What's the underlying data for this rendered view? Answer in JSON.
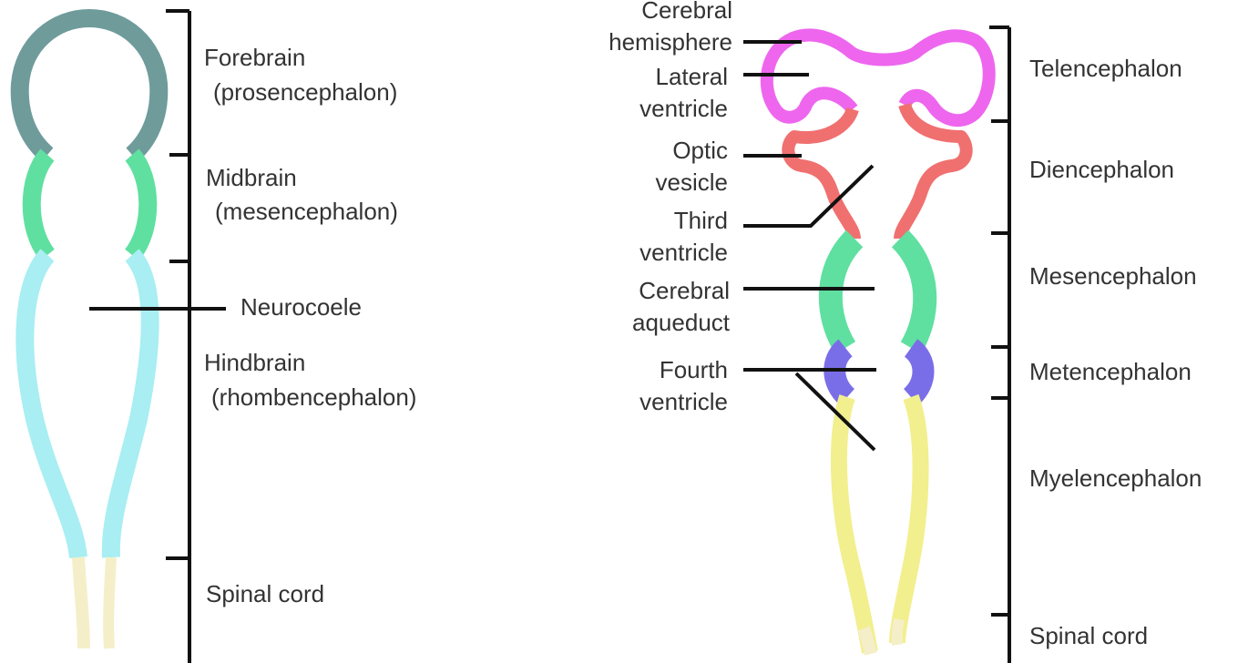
{
  "colors": {
    "forebrain": "#6f9b9b",
    "midbrain": "#5fe0a0",
    "hindbrain": "#a8eef2",
    "spinal": "#f4efc8",
    "telencephalon": "#ee66ee",
    "diencephalon": "#f07070",
    "mesencephalon": "#5fe0a0",
    "metencephalon": "#7a6ee8",
    "myelencephalon": "#f2ef8e",
    "spinal_right": "#f4efc8"
  },
  "left": {
    "forebrain_label": "Forebrain",
    "forebrain_sub": "(prosencephalon)",
    "midbrain_label": "Midbrain",
    "midbrain_sub": "(mesencephalon)",
    "neurocoele_label": "Neurocoele",
    "hindbrain_label": "Hindbrain",
    "hindbrain_sub": "(rhombencephalon)",
    "spinal_label": "Spinal cord"
  },
  "right": {
    "cerebral_hemisphere": [
      "Cerebral",
      "hemisphere"
    ],
    "lateral_ventricle": [
      "Lateral",
      "ventricle"
    ],
    "optic_vesicle": [
      "Optic",
      "vesicle"
    ],
    "third_ventricle": [
      "Third",
      "ventricle"
    ],
    "cerebral_aqueduct": [
      "Cerebral",
      "aqueduct"
    ],
    "fourth_ventricle": [
      "Fourth",
      "ventricle"
    ],
    "telencephalon": "Telencephalon",
    "diencephalon": "Diencephalon",
    "mesencephalon": "Mesencephalon",
    "metencephalon": "Metencephalon",
    "myelencephalon": "Myelencephalon",
    "spinal_cord": "Spinal cord"
  }
}
